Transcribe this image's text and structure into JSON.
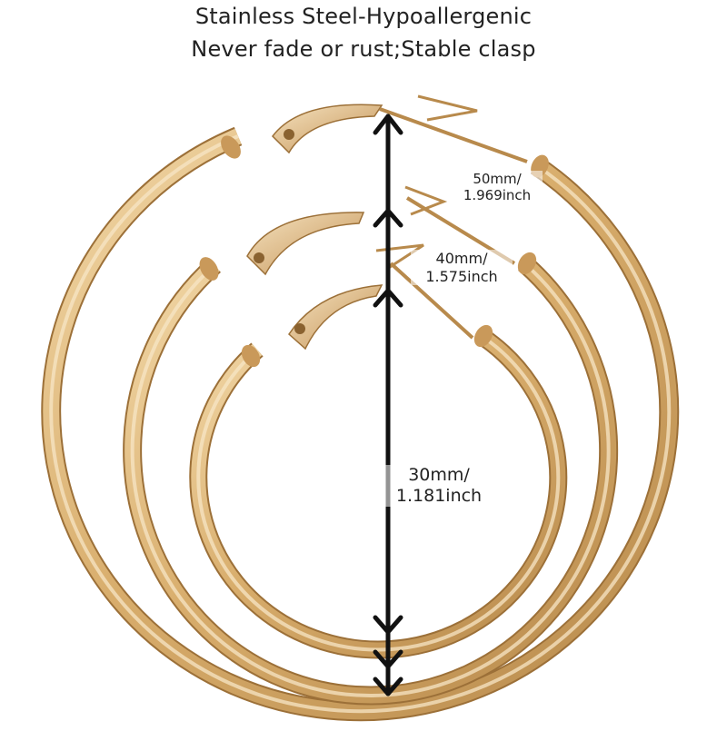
{
  "header": {
    "line1": "Stainless Steel-Hypoallergenic",
    "line2": "Never fade or rust;Stable clasp"
  },
  "sizes": [
    {
      "diameter": "50mm/",
      "inches": "1.969inch"
    },
    {
      "diameter": "40mm/",
      "inches": "1.575inch"
    },
    {
      "diameter": "30mm/",
      "inches": "1.181inch"
    }
  ],
  "colors": {
    "gold_light": "#f2d8a8",
    "gold_mid": "#d8ad6c",
    "gold_dark": "#9c7038",
    "arrow": "#111111",
    "text": "#222222"
  }
}
